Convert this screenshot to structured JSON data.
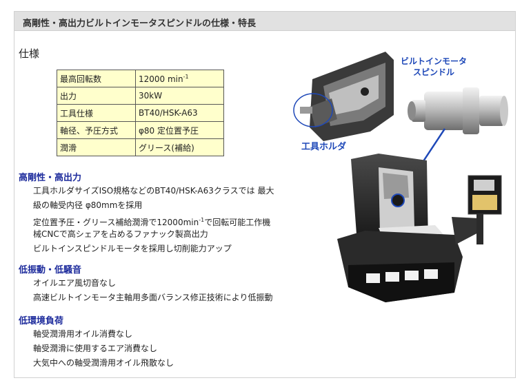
{
  "header": {
    "title": "高剛性・高出力ビルトインモータスピンドルの仕様・特長"
  },
  "spec": {
    "title": "仕様",
    "rows": [
      {
        "key": "最高回転数",
        "value": "12000 min",
        "sup": "-1"
      },
      {
        "key": "出力",
        "value": "30kW"
      },
      {
        "key": "工具仕様",
        "value": "BT40/HSK-A63"
      },
      {
        "key": "軸径、予圧方式",
        "value": "φ80 定位置予圧"
      },
      {
        "key": "潤滑",
        "value": "グリース(補給)"
      }
    ]
  },
  "features": [
    {
      "title": "高剛性・高出力",
      "lines": [
        "工具ホルダサイズISO規格などのBT40/HSK-A63クラスでは 最大",
        "級の軸受内径 φ80mmを採用",
        "定位置予圧・グリース補給潤滑で12000min",
        "械CNCで高シェアを占めるファナック製高出力",
        "ビルトインスピンドルモータを採用し切削能力アップ"
      ],
      "line3_sup": "-1",
      "line3_tail": "で回転可能工作機"
    },
    {
      "title": "低振動・低騒音",
      "lines": [
        "オイルエア風切音なし",
        "高速ビルトインモータ主軸用多面バランス修正技術により低振動"
      ]
    },
    {
      "title": "低環境負荷",
      "lines": [
        "軸受潤滑用オイル消費なし",
        "軸受潤滑に使用するエア消費なし",
        "大気中への軸受潤滑用オイル飛散なし"
      ]
    }
  ],
  "illustration": {
    "spindle_label_1": "ビルトインモータ",
    "spindle_label_2": "スピンドル",
    "holder_label": "工具ホルダ",
    "label_color": "#1e48b8"
  }
}
